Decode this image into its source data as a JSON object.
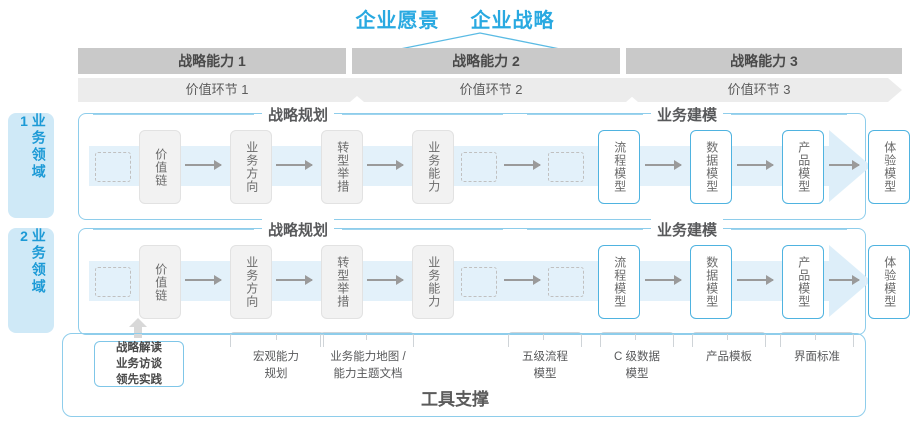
{
  "title": {
    "part1": "企业愿景",
    "part2": "企业战略",
    "color": "#29a9e1"
  },
  "capabilities": [
    {
      "label": "战略能力 1"
    },
    {
      "label": "战略能力 2"
    },
    {
      "label": "战略能力 3"
    }
  ],
  "value_links": [
    {
      "label": "价值环节 1"
    },
    {
      "label": "价值环节 2"
    },
    {
      "label": "价值环节 3"
    }
  ],
  "domains": [
    {
      "label": "业务领域 1"
    },
    {
      "label": "业务领域 2"
    }
  ],
  "sections": {
    "left": "战略规划",
    "right": "业务建模"
  },
  "nodes_left": [
    {
      "label": "价值链"
    },
    {
      "label": "业务方向"
    },
    {
      "label": "转型举措"
    },
    {
      "label": "业务能力"
    }
  ],
  "nodes_right": [
    {
      "label": "流程模型"
    },
    {
      "label": "数据模型"
    },
    {
      "label": "产品模型"
    },
    {
      "label": "体验模型"
    }
  ],
  "tool_captions": [
    {
      "label": "战略解读\n业务访谈\n领先实践",
      "boxed": true
    },
    {
      "label": "宏观能力\n规划",
      "boxed": false
    },
    {
      "label": "业务能力地图 /\n能力主题文档",
      "boxed": false
    },
    {
      "label": "五级流程\n模型",
      "boxed": false
    },
    {
      "label": "C 级数据\n模型",
      "boxed": false
    },
    {
      "label": "产品模板",
      "boxed": false
    },
    {
      "label": "界面标准",
      "boxed": false
    }
  ],
  "tool_support": "工具支撑",
  "colors": {
    "accent_blue": "#29a9e1",
    "border_blue": "#8ecdeb",
    "node_blue": "#4fb3e0",
    "band": "#e3f1fa",
    "header_dark": "#c9c9c9",
    "header_light": "#ececec",
    "domain_bg": "#cfe9f7"
  }
}
